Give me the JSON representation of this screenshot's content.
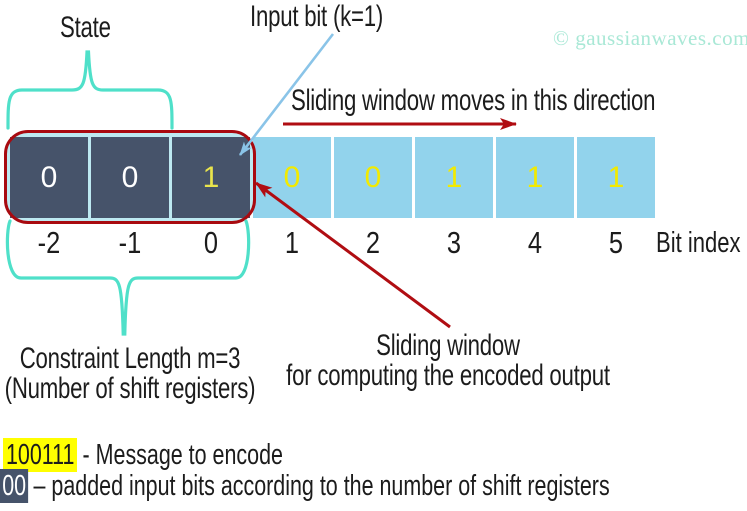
{
  "palette": {
    "teal": "#4FE0C9",
    "mint": "#A9E8D6",
    "red": "#B00D12",
    "window_red": "#A80A10",
    "window_inner": "#BDE9F1",
    "dark_cell": "#46536A",
    "light_cell": "#92D3EC",
    "yellow_digit": "#F2EA00",
    "dark_cell_yellow": "#E9E44C",
    "blue_arrow": "#8AC4E8",
    "text": "#1C1C1C",
    "highlight_yellow": "#FFFF00"
  },
  "labels": {
    "state": "State",
    "input_bit": "Input bit (k=1)",
    "watermark": "© gaussianwaves.com",
    "slide_direction": "Sliding window moves in this direction",
    "sliding_window_line1": "Sliding window",
    "sliding_window_line2": "for computing the encoded output",
    "constraint_line1": "Constraint Length m=3",
    "constraint_line2": "(Number of shift registers)",
    "bit_index": "Bit index"
  },
  "cells": [
    {
      "value": "0",
      "region": "shift-register"
    },
    {
      "value": "0",
      "region": "shift-register"
    },
    {
      "value": "1",
      "region": "input-bit"
    },
    {
      "value": "0",
      "region": "message"
    },
    {
      "value": "0",
      "region": "message"
    },
    {
      "value": "1",
      "region": "message"
    },
    {
      "value": "1",
      "region": "message"
    },
    {
      "value": "1",
      "region": "message"
    }
  ],
  "bit_indices": [
    "-2",
    "-1",
    "0",
    "1",
    "2",
    "3",
    "4",
    "5"
  ],
  "legend": [
    {
      "code": "100111",
      "style": "yellow",
      "description": "- Message to encode"
    },
    {
      "code": "00",
      "style": "dark",
      "description": "– padded input bits according to the number of shift registers"
    }
  ]
}
